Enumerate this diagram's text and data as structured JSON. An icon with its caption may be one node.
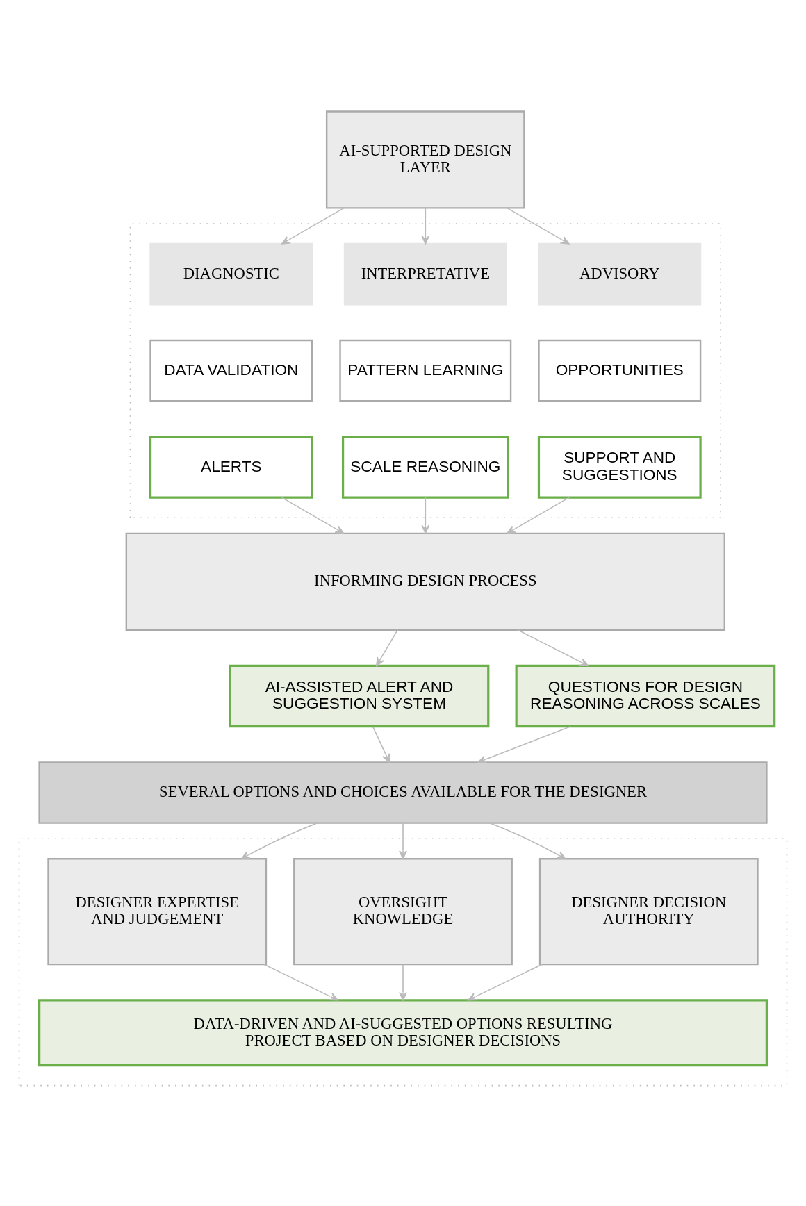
{
  "diagram": {
    "nodes": [
      {
        "text": [
          "AI-SUPPORTED DESIGN LAYER"
        ]
      },
      {
        "text": [],
        "shape": "box"
      },
      {
        "text": [
          "DIAGNOSTIC"
        ],
        "in": 1
      },
      {
        "text": [
          "DATA VALIDATION"
        ],
        "in": 1
      },
      {
        "text": [
          "ALERTS"
        ],
        "in": 1
      },
      {
        "text": [
          "INTERPRETATIVE"
        ],
        "in": 1
      },
      {
        "text": [
          "PATTERN LEARNING"
        ],
        "in": 1
      },
      {
        "text": [
          "SCALE REASONING"
        ],
        "in": 1
      },
      {
        "text": [
          "ADVISORY"
        ],
        "in": 1
      },
      {
        "text": [
          "OPPORTUNITIES"
        ],
        "in": 1
      },
      {
        "text": [
          "SUPPORT AND SUGGESTIONS"
        ],
        "in": 1
      },
      {
        "text": [
          "INFORMING DESIGN PROCESS"
        ]
      },
      {
        "text": [
          "AI-ASSISTED ALERT AND SUGGESTION SYSTEM"
        ]
      },
      {
        "text": [
          "QUESTIONS FOR DESIGN REASONING ACROSS SCALES"
        ]
      },
      {
        "text": [
          "SEVERAL OPTIONS AND CHOICES AVAILABLE FOR THE DESIGNER"
        ]
      },
      {
        "text": [],
        "shape": "box"
      },
      {
        "text": [
          "DESIGNER EXPERTISE AND JUDGEMENT"
        ],
        "in": 15
      },
      {
        "text": [
          "OVERSIGHT KNOWLEDGE"
        ],
        "in": 15
      },
      {
        "text": [
          "DESIGNER DECISION AUTHORITY"
        ],
        "in": 15
      },
      {
        "text": [
          "DATA-DRIVEN AND AI-SUGGESTED OPTIONS RESULTING PROJECT BASED ON DESIGNER DECISIONS"
        ],
        "in": 15
      }
    ],
    "edges": [
      {
        "from": 0,
        "to": 2,
        "arrow": "to"
      },
      {
        "from": 0,
        "to": 5,
        "arrow": "to"
      },
      {
        "from": 0,
        "to": 8,
        "arrow": "to"
      },
      {
        "from": 4,
        "to": 11,
        "arrow": "to"
      },
      {
        "from": 7,
        "to": 11,
        "arrow": "to"
      },
      {
        "from": 10,
        "to": 11,
        "arrow": "to"
      },
      {
        "from": 11,
        "to": 12,
        "arrow": "to"
      },
      {
        "from": 11,
        "to": 13,
        "arrow": "to"
      },
      {
        "from": 12,
        "to": 14,
        "arrow": "to"
      },
      {
        "from": 13,
        "to": 14,
        "arrow": "to"
      },
      {
        "from": 14,
        "to": 16,
        "arrow": "to"
      },
      {
        "from": 14,
        "to": 17,
        "arrow": "to"
      },
      {
        "from": 14,
        "to": 18,
        "arrow": "to"
      },
      {
        "from": 16,
        "to": 19,
        "arrow": "to"
      },
      {
        "from": 17,
        "to": 19,
        "arrow": "to"
      },
      {
        "from": 18,
        "to": 19,
        "arrow": "to"
      }
    ]
  }
}
